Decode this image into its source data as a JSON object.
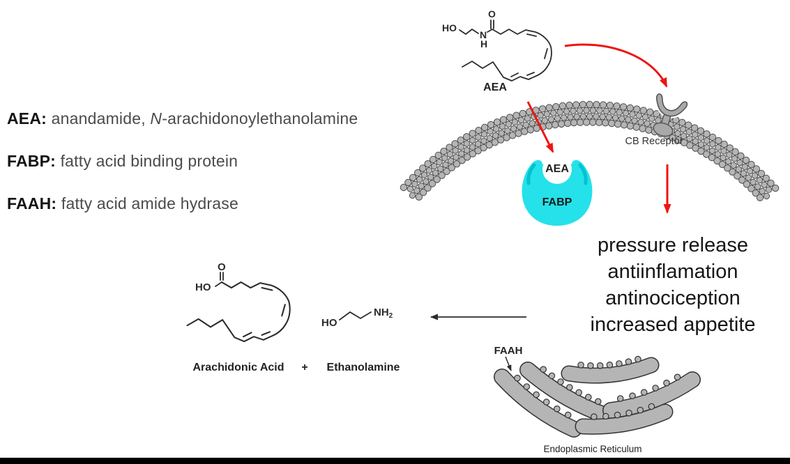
{
  "definitions": {
    "aea": {
      "term": "AEA:",
      "pre": "anandamide, ",
      "italic_n": "N",
      "post": "-arachidonoylethanolamine"
    },
    "fabp": {
      "term": "FABP:",
      "desc": "fatty acid binding protein"
    },
    "faah": {
      "term": "FAAH:",
      "desc": "fatty acid amide hydrase"
    }
  },
  "aea_molecule": {
    "ho": "HO",
    "n": "N",
    "h": "H",
    "o": "O",
    "label": "AEA"
  },
  "membrane": {
    "cb_receptor_label": "CB Receptor"
  },
  "fabp_complex": {
    "cargo": "AEA",
    "protein": "FABP"
  },
  "effects": [
    "pressure release",
    "antiinflamation",
    "antinociception",
    "increased appetite"
  ],
  "reaction": {
    "arachidonic_acid": {
      "ho": "HO",
      "o": "O",
      "label": "Arachidonic Acid"
    },
    "plus": "+",
    "ethanolamine": {
      "ho": "HO",
      "nh": "NH",
      "sub": "2",
      "label": "Ethanolamine"
    }
  },
  "er": {
    "faah_label": "FAAH",
    "caption": "Endoplasmic Reticulum"
  },
  "colors": {
    "arrow_red": "#ee1511",
    "fabp_cyan": "#25e1ea",
    "fabp_cyan_dark": "#00c3cf",
    "membrane_gray": "#b5b5b5",
    "er_gray": "#b5b5b5",
    "outline_dark": "#4d4d4d"
  }
}
